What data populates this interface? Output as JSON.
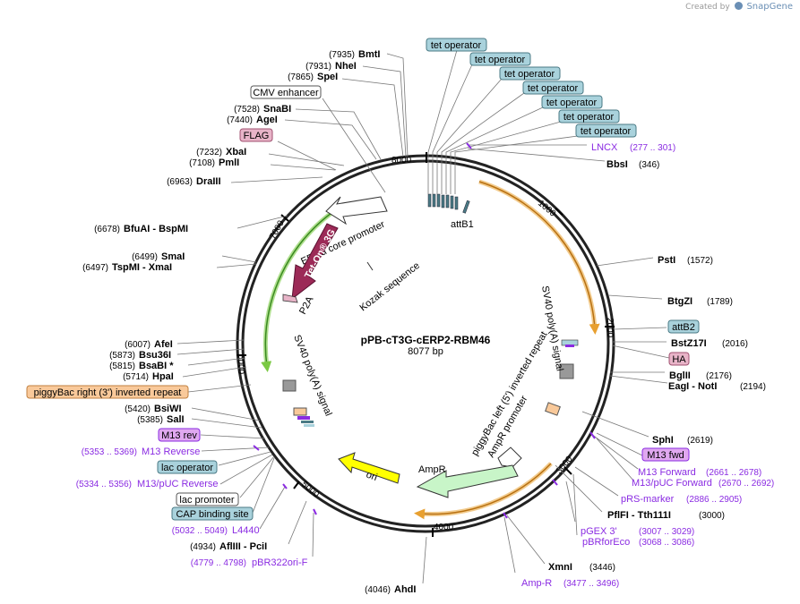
{
  "brand": {
    "created_by": "Created by",
    "name": "SnapGene"
  },
  "plasmid": {
    "name": "pPB-cT3G-cERP2-RBM46",
    "length": "8077 bp"
  },
  "ticks": [
    "1000",
    "2000",
    "3000",
    "4000",
    "5000",
    "6000",
    "7000",
    "8000"
  ],
  "tet_operators": [
    "tet operator",
    "tet operator",
    "tet operator",
    "tet operator",
    "tet operator",
    "tet operator",
    "tet operator"
  ],
  "boxed_features": {
    "cmv": "CMV enhancer",
    "flag": "FLAG",
    "attb2": "attB2",
    "ha": "HA",
    "pb_right": "piggyBac right (3') inverted repeat",
    "m13rev": "M13 rev",
    "lac_operator": "lac operator",
    "lac_promoter": "lac promoter",
    "cap": "CAP binding site",
    "m13fwd": "M13 fwd"
  },
  "inner_features": {
    "attb1": "attB1",
    "ef1a": "EF-1α core promoter",
    "teton": "Tet-On® 3G",
    "p2a": "P2A",
    "kozak": "Kozak sequence",
    "sv40_left": "SV40 poly(A) signal",
    "sv40_right": "SV40 poly(A) signal",
    "pb_left": "piggyBac left (5') inverted repeat",
    "ampr_promoter": "AmpR promoter",
    "ampr": "AmpR",
    "ori": "ori"
  },
  "enzymes": [
    {
      "name": "BmtI",
      "pos": "(7935)"
    },
    {
      "name": "NheI",
      "pos": "(7931)"
    },
    {
      "name": "SpeI",
      "pos": "(7865)"
    },
    {
      "name": "SnaBI",
      "pos": "(7528)"
    },
    {
      "name": "AgeI",
      "pos": "(7440)"
    },
    {
      "name": "XbaI",
      "pos": "(7232)"
    },
    {
      "name": "PmlI",
      "pos": "(7108)"
    },
    {
      "name": "DraIII",
      "pos": "(6963)"
    },
    {
      "name": "BfuAI - BspMI",
      "pos": "(6678)"
    },
    {
      "name": "SmaI",
      "pos": "(6499)"
    },
    {
      "name": "TspMI - XmaI",
      "pos": "(6497)"
    },
    {
      "name": "AfeI",
      "pos": "(6007)"
    },
    {
      "name": "Bsu36I",
      "pos": "(5873)"
    },
    {
      "name": "BsaBI *",
      "pos": "(5815)"
    },
    {
      "name": "HpaI",
      "pos": "(5714)"
    },
    {
      "name": "BsiWI",
      "pos": "(5420)"
    },
    {
      "name": "SalI",
      "pos": "(5385)"
    },
    {
      "name": "AflIII - PciI",
      "pos": "(4934)"
    },
    {
      "name": "AhdI",
      "pos": "(4046)"
    },
    {
      "name": "XmnI",
      "pos": "(3446)"
    },
    {
      "name": "PflFI - Tth111I",
      "pos": "(3000)"
    },
    {
      "name": "SphI",
      "pos": "(2619)"
    },
    {
      "name": "EagI - NotI",
      "pos": "(2194)"
    },
    {
      "name": "BglII",
      "pos": "(2176)"
    },
    {
      "name": "BstZ17I",
      "pos": "(2016)"
    },
    {
      "name": "BtgZI",
      "pos": "(1789)"
    },
    {
      "name": "PstI",
      "pos": "(1572)"
    },
    {
      "name": "BbsI",
      "pos": "(346)"
    }
  ],
  "primers": [
    {
      "name": "LNCX",
      "pos": "(277 .. 301)"
    },
    {
      "name": "M13 Reverse",
      "pos": "(5353 .. 5369)"
    },
    {
      "name": "M13/pUC Reverse",
      "pos": "(5334 .. 5356)"
    },
    {
      "name": "L4440",
      "pos": "(5032 .. 5049)"
    },
    {
      "name": "pBR322ori-F",
      "pos": "(4779 .. 4798)"
    },
    {
      "name": "Amp-R",
      "pos": "(3477 .. 3496)"
    },
    {
      "name": "pGEX 3'",
      "pos": "(3007 .. 3029)"
    },
    {
      "name": "pBRforEco",
      "pos": "(3068 .. 3086)"
    },
    {
      "name": "pRS-marker",
      "pos": "(2886 .. 2905)"
    },
    {
      "name": "M13 Forward",
      "pos": "(2661 .. 2678)"
    },
    {
      "name": "M13/pUC Forward",
      "pos": "(2670 .. 2692)"
    }
  ],
  "colors": {
    "tet": "#a9d2dc",
    "flag": "#e8b4c8",
    "ha": "#e8b4c8",
    "pb": "#f9c99a",
    "m13": "#e0a8f0",
    "teton": "#9c2a57",
    "ampr": "#c8f5c8",
    "ori": "#ffff00",
    "orange_arc": "#e8a030",
    "green_arc": "#7ac943",
    "primer": "#8a2be2"
  }
}
